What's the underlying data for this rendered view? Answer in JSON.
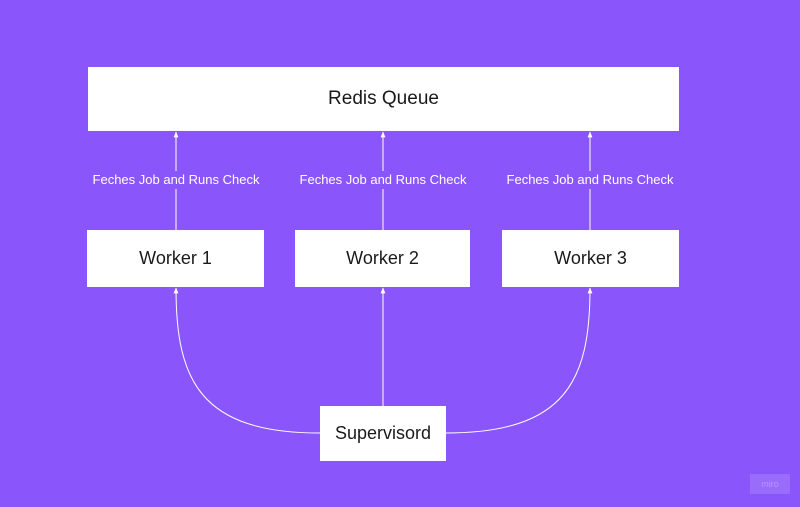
{
  "nodes": {
    "redis_queue": "Redis Queue",
    "worker_1": "Worker 1",
    "worker_2": "Worker 2",
    "worker_3": "Worker 3",
    "supervisord": "Supervisord"
  },
  "edge_labels": {
    "worker_1_to_queue": "Feches Job and Runs Check",
    "worker_2_to_queue": "Feches Job and Runs Check",
    "worker_3_to_queue": "Feches Job and Runs Check"
  },
  "colors": {
    "background": "#8b55fc",
    "node_fill": "#ffffff",
    "edge": "#ffffff"
  },
  "watermark": "miro"
}
